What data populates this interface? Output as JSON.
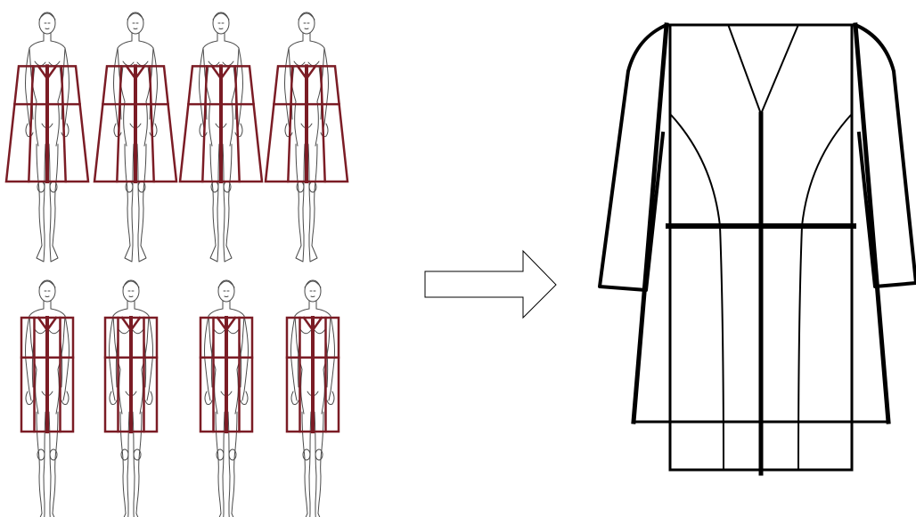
{
  "colors": {
    "background": "#ffffff",
    "grid": "#7b1c25",
    "figure_outline": "#4a4a4a",
    "garment": "#000000",
    "arrow": "#000000"
  },
  "figures": {
    "top_row": [
      {
        "id": "fig-1",
        "silhouette": "a-line"
      },
      {
        "id": "fig-2",
        "silhouette": "a-line"
      },
      {
        "id": "fig-3",
        "silhouette": "a-line"
      },
      {
        "id": "fig-4",
        "silhouette": "a-line"
      }
    ],
    "bottom_row": [
      {
        "id": "fig-5",
        "silhouette": "rectangle"
      },
      {
        "id": "fig-6",
        "silhouette": "rectangle"
      },
      {
        "id": "fig-7",
        "silhouette": "rectangle"
      },
      {
        "id": "fig-8",
        "silhouette": "rectangle"
      }
    ]
  },
  "arrow": {
    "icon": "right-arrow-icon",
    "direction": "right"
  },
  "garment": {
    "icon": "garment-flat-sketch",
    "description_visible": false
  }
}
